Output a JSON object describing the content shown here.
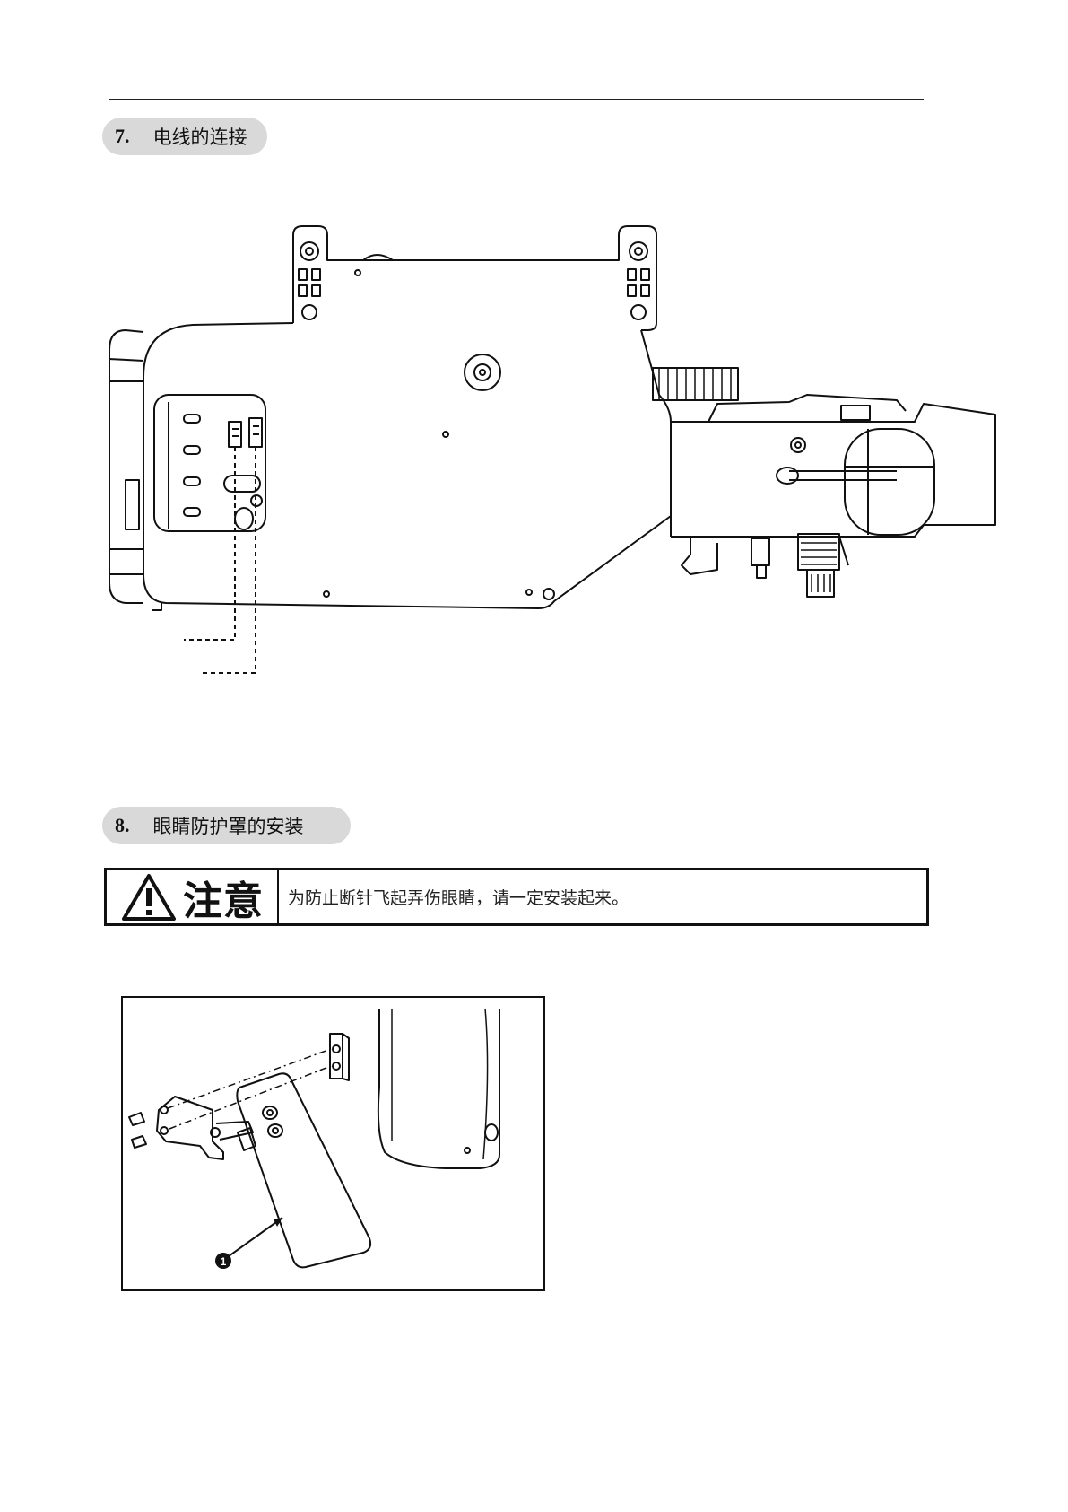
{
  "section7": {
    "number": "7.",
    "title": "电线的连接"
  },
  "section8": {
    "number": "8.",
    "title": "眼睛防护罩的安装"
  },
  "caution": {
    "label": "注意",
    "text": "为防止断针飞起弄伤眼睛，请一定安装起来。"
  },
  "figure2": {
    "callout": "❶"
  }
}
